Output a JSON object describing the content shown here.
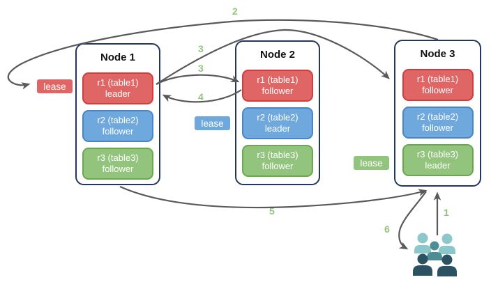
{
  "diagram": {
    "nodes": [
      {
        "title": "Node 1",
        "replicas": [
          {
            "label": "r1 (table1)",
            "role": "leader",
            "color": "red"
          },
          {
            "label": "r2 (table2)",
            "role": "follower",
            "color": "blue"
          },
          {
            "label": "r3 (table3)",
            "role": "follower",
            "color": "green"
          }
        ]
      },
      {
        "title": "Node 2",
        "replicas": [
          {
            "label": "r1 (table1)",
            "role": "follower",
            "color": "red"
          },
          {
            "label": "r2 (table2)",
            "role": "leader",
            "color": "blue"
          },
          {
            "label": "r3 (table3)",
            "role": "follower",
            "color": "green"
          }
        ]
      },
      {
        "title": "Node 3",
        "replicas": [
          {
            "label": "r1 (table1)",
            "role": "follower",
            "color": "red"
          },
          {
            "label": "r2 (table2)",
            "role": "follower",
            "color": "blue"
          },
          {
            "label": "r3 (table3)",
            "role": "leader",
            "color": "green"
          }
        ]
      }
    ],
    "leases": [
      {
        "label": "lease",
        "color": "red"
      },
      {
        "label": "lease",
        "color": "blue"
      },
      {
        "label": "lease",
        "color": "green"
      }
    ],
    "steps": {
      "s1": "1",
      "s2": "2",
      "s3a": "3",
      "s3b": "3",
      "s4": "4",
      "s5": "5",
      "s6": "6"
    },
    "icons": {
      "users": "users-icon"
    },
    "colors": {
      "red_fill": "#e06666",
      "red_border": "#cf3d3d",
      "blue_fill": "#6fa8dc",
      "blue_border": "#4a86c6",
      "green_fill": "#93c47d",
      "green_border": "#69a84f",
      "node_border": "#24365c",
      "arrow": "#595959",
      "step_label": "#93c47d",
      "users_light": "#8cc7cb",
      "users_medium": "#4e8d96",
      "users_dark": "#2b5263"
    }
  }
}
